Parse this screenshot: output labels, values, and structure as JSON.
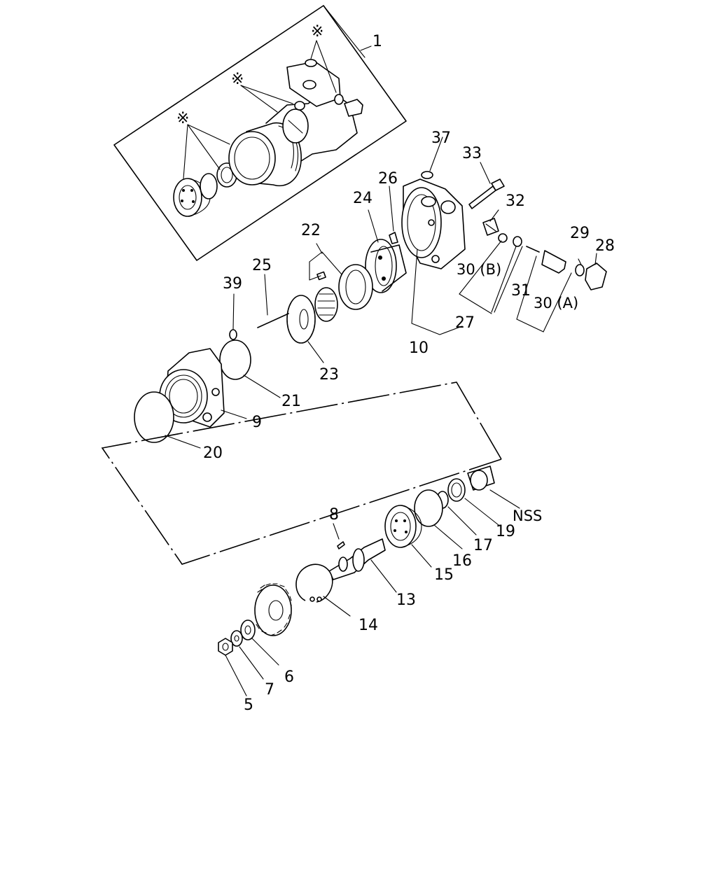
{
  "labels": {
    "l1": "1",
    "l5": "5",
    "l6": "6",
    "l7": "7",
    "l8": "8",
    "l9": "9",
    "l10": "10",
    "l13": "13",
    "l14": "14",
    "l15": "15",
    "l16": "16",
    "l17": "17",
    "l19": "19",
    "l20": "20",
    "l21": "21",
    "l22": "22",
    "l23": "23",
    "l24": "24",
    "l25": "25",
    "l26": "26",
    "l27": "27",
    "l28": "28",
    "l29": "29",
    "l30a": "30 (A)",
    "l30b": "30 (B)",
    "l31": "31",
    "l32": "32",
    "l33": "33",
    "l37": "37",
    "l39": "39",
    "nss": "NSS",
    "star": "※"
  }
}
